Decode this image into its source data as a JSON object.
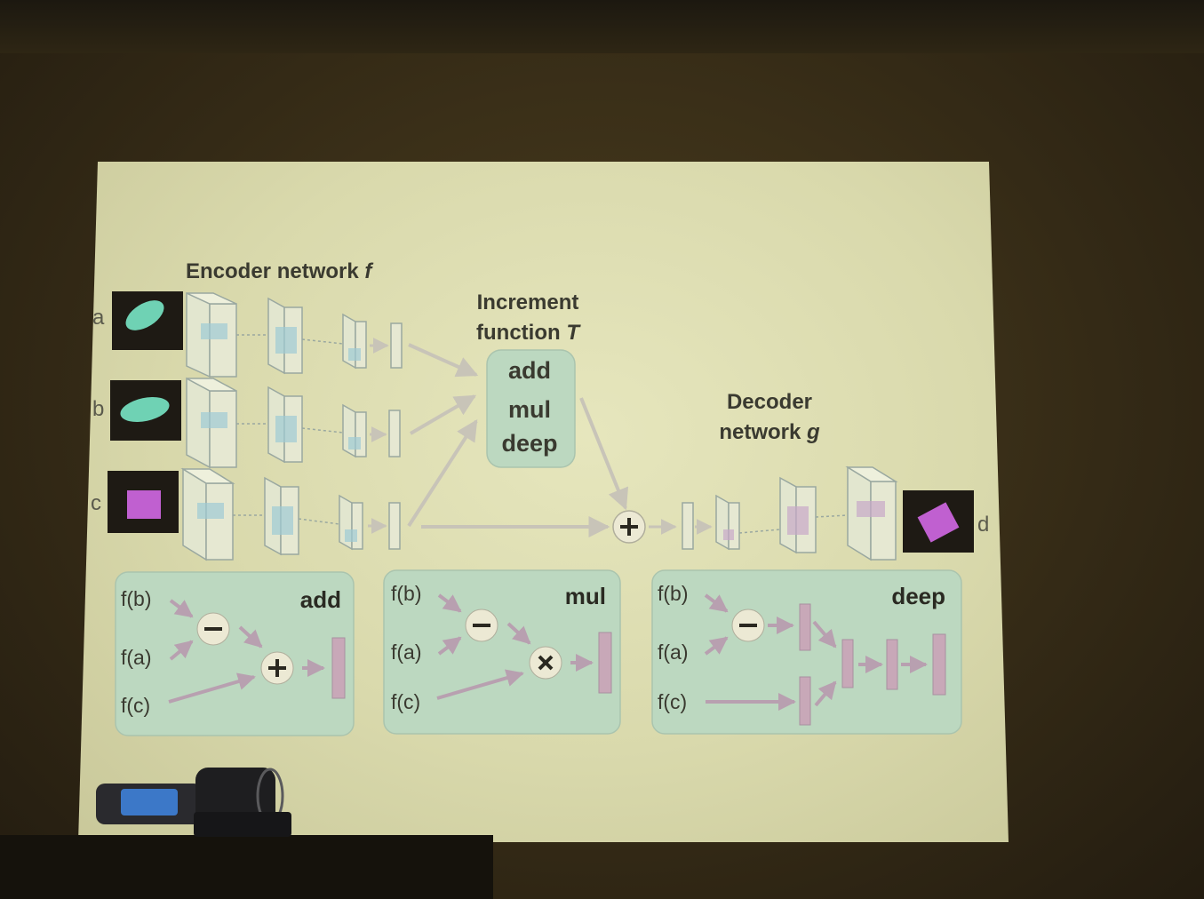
{
  "encoder": {
    "title": "Encoder network",
    "var": "f"
  },
  "increment": {
    "line1": "Increment",
    "line2": "function",
    "var": "T",
    "ops": [
      "add",
      "mul",
      "deep"
    ]
  },
  "decoder": {
    "line1": "Decoder",
    "line2": "network",
    "var": "g"
  },
  "inputs": {
    "a": "a",
    "b": "b",
    "c": "c",
    "output": "d"
  },
  "panels": {
    "add": {
      "title": "add",
      "fb": "f(b)",
      "fa": "f(a)",
      "fc": "f(c)"
    },
    "mul": {
      "title": "mul",
      "fb": "f(b)",
      "fa": "f(a)",
      "fc": "f(c)"
    },
    "deep": {
      "title": "deep",
      "fb": "f(b)",
      "fa": "f(a)",
      "fc": "f(c)"
    }
  },
  "colors": {
    "slide": "#dedeb2",
    "panel": "#bcd8c0",
    "ellipse": "#6fd2b4",
    "square": "#c060d0",
    "feature_bar": "#c8a8b8",
    "arrow": "#b8a8b0",
    "text": "#3a3a30"
  }
}
